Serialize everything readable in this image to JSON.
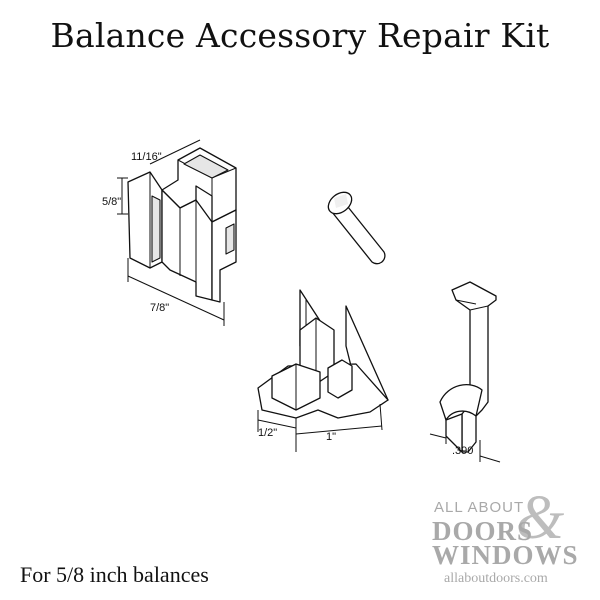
{
  "title": "Balance Accessory Repair Kit",
  "caption": "For 5/8 inch balances",
  "dimensions": {
    "shoe_width": "11/16\"",
    "shoe_height": "5/8\"",
    "shoe_length": "7/8\"",
    "cam_depth": "1/2\"",
    "cam_length": "1\"",
    "clip_width": ".390"
  },
  "logo": {
    "line1": "ALL ABOUT",
    "line2": "DOORS",
    "ampersand": "&",
    "line3": "WINDOWS",
    "url": "allaboutdoors.com"
  },
  "colors": {
    "text": "#111111",
    "logo_gray": "#a9a9a9"
  }
}
